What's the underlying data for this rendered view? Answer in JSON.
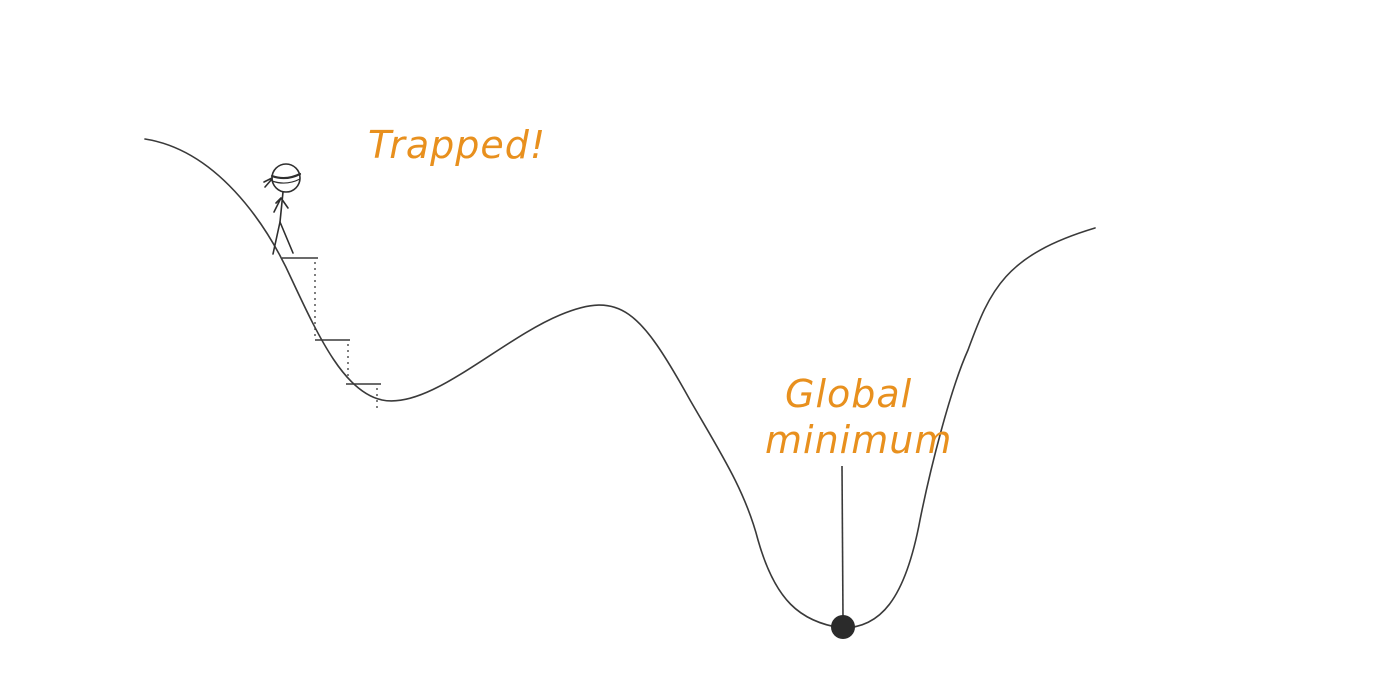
{
  "labels": {
    "trapped": "Trapped!",
    "global_line1": "Global",
    "global_line2": "minimum"
  },
  "colors": {
    "curve": "#3a3a3a",
    "annotation": "#e8901e",
    "ball": "#2b2b2b",
    "figure": "#2f2f2f"
  },
  "icons": {
    "figure": "blindfolded-stick-figure-icon",
    "ball": "ball-icon"
  }
}
